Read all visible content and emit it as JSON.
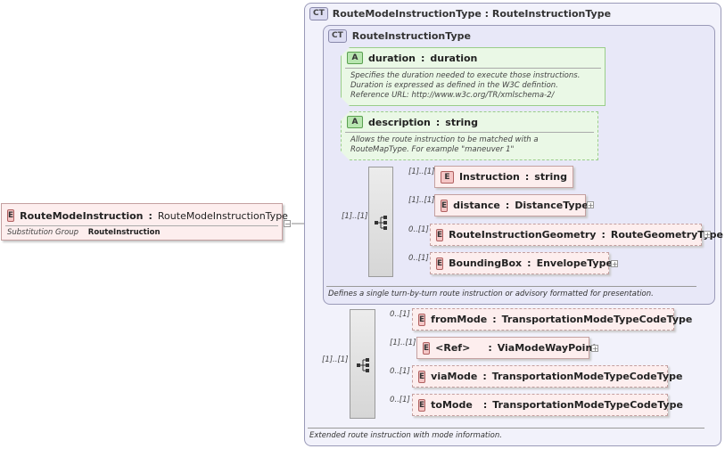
{
  "root": {
    "badge": "E",
    "name": "RouteModeInstruction",
    "type": "RouteModeInstructionType",
    "subst_label": "Substitution Group",
    "subst_value": "RouteInstruction"
  },
  "outer_type": {
    "badge": "CT",
    "title": "RouteModeInstructionType : RouteInstructionType",
    "doc": "Extended route instruction with mode information."
  },
  "inner_type": {
    "badge": "CT",
    "title": "RouteInstructionType",
    "doc": "Defines a single turn-by-turn route instruction or advisory formatted for presentation."
  },
  "attributes": [
    {
      "badge": "A",
      "name": "duration",
      "type": "duration",
      "doc": "Specifies the duration needed to execute those instructions. Duration is expressed as defined in the W3C defintion. Reference URL: http://www.w3c.org/TR/xmlschema-2/"
    },
    {
      "badge": "A",
      "name": "description",
      "type": "string",
      "doc": "Allows the route instruction to be matched with a RouteMapType. For example \"maneuver 1\""
    }
  ],
  "seq1": {
    "cardinality": "[1]..[1]",
    "items": [
      {
        "badge": "E",
        "name": "Instruction",
        "type": "string",
        "card": "[1]..[1]"
      },
      {
        "badge": "E",
        "name": "distance",
        "type": "DistanceType",
        "card": "[1]..[1]"
      },
      {
        "badge": "E",
        "name": "RouteInstructionGeometry",
        "type": "RouteGeometryType",
        "card": "0..[1]"
      },
      {
        "badge": "E",
        "name": "BoundingBox",
        "type": "EnvelopeType",
        "card": "0..[1]"
      }
    ]
  },
  "seq2": {
    "cardinality": "[1]..[1]",
    "items": [
      {
        "badge": "E",
        "name": "fromMode",
        "type": "TransportationModeTypeCodeType",
        "card": "0..[1]"
      },
      {
        "badge": "E",
        "name": "<Ref>",
        "type": "ViaModeWayPoint",
        "card": "[1]..[1]"
      },
      {
        "badge": "E",
        "name": "viaMode",
        "type": "TransportationModeTypeCodeType",
        "card": "0..[1]"
      },
      {
        "badge": "E",
        "name": "toMode",
        "type": "TransportationModeTypeCodeType",
        "card": "0..[1]"
      }
    ]
  },
  "colors": {
    "element_fill": "#fdeeee",
    "attribute_fill": "#eaf8e6",
    "complex_type_fill": "#e8e8f8"
  },
  "icons": {
    "sequence": "sequence-compositor-icon",
    "expand": "expand-plus-icon",
    "collapse": "collapse-minus-icon"
  }
}
